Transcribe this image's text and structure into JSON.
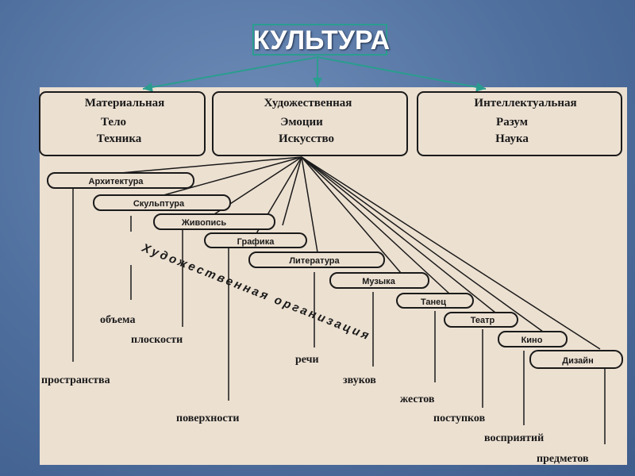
{
  "title": "КУЛЬТУРА",
  "categories": [
    {
      "name": "Материальная",
      "line1": "Тело",
      "line2": "Техника"
    },
    {
      "name": "Художественная",
      "line1": "Эмоции",
      "line2": "Искусство"
    },
    {
      "name": "Интеллектуальная",
      "line1": "Разум",
      "line2": "Наука"
    }
  ],
  "arts": [
    {
      "name": "Архитектура",
      "organization": "пространства"
    },
    {
      "name": "Скульптура",
      "organization": "объема"
    },
    {
      "name": "Живопись",
      "organization": "плоскости"
    },
    {
      "name": "Графика",
      "organization": "поверхности"
    },
    {
      "name": "Литература",
      "organization": "речи"
    },
    {
      "name": "Музыка",
      "organization": "звуков"
    },
    {
      "name": "Танец",
      "organization": "жестов"
    },
    {
      "name": "Театр",
      "organization": "поступков"
    },
    {
      "name": "Кино",
      "organization": "восприятий"
    },
    {
      "name": "Дизайн",
      "organization": "предметов"
    }
  ],
  "diagonal_label": "Художественная организация",
  "colors": {
    "background": "#4f6f9e",
    "panel": "#ece0d1",
    "connector": "#2a9d8f",
    "ink": "#1a1a1a"
  }
}
